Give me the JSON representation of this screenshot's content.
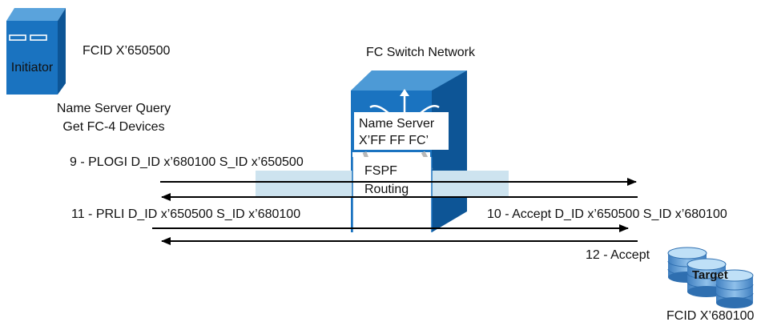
{
  "initiator": {
    "device_label": "Initiator",
    "fcid": "FCID X’650500",
    "query_line1": "Name Server Query",
    "query_line2": "Get FC-4 Devices"
  },
  "switch": {
    "network_label": "FC Switch Network",
    "name_server_line1": "Name Server",
    "name_server_line2": "X’FF FF FC’",
    "fspf_line1": "FSPF",
    "fspf_line2": "Routing"
  },
  "target": {
    "device_label": "Target",
    "fcid": "FCID X’680100"
  },
  "messages": [
    {
      "text": "9 - PLOGI D_ID x’680100 S_ID x’650500",
      "direction": "right"
    },
    {
      "text": "10 - Accept D_ID x’650500 S_ID x’680100",
      "direction": "left"
    },
    {
      "text": "11 - PRLI D_ID x’650500 S_ID x’680100",
      "direction": "right"
    },
    {
      "text": "12 - Accept",
      "direction": "left"
    }
  ],
  "colors": {
    "device_blue": "#1a73c0",
    "device_dark": "#0d5596",
    "device_light": "#4d9ad6",
    "band": "#cde3ef"
  }
}
